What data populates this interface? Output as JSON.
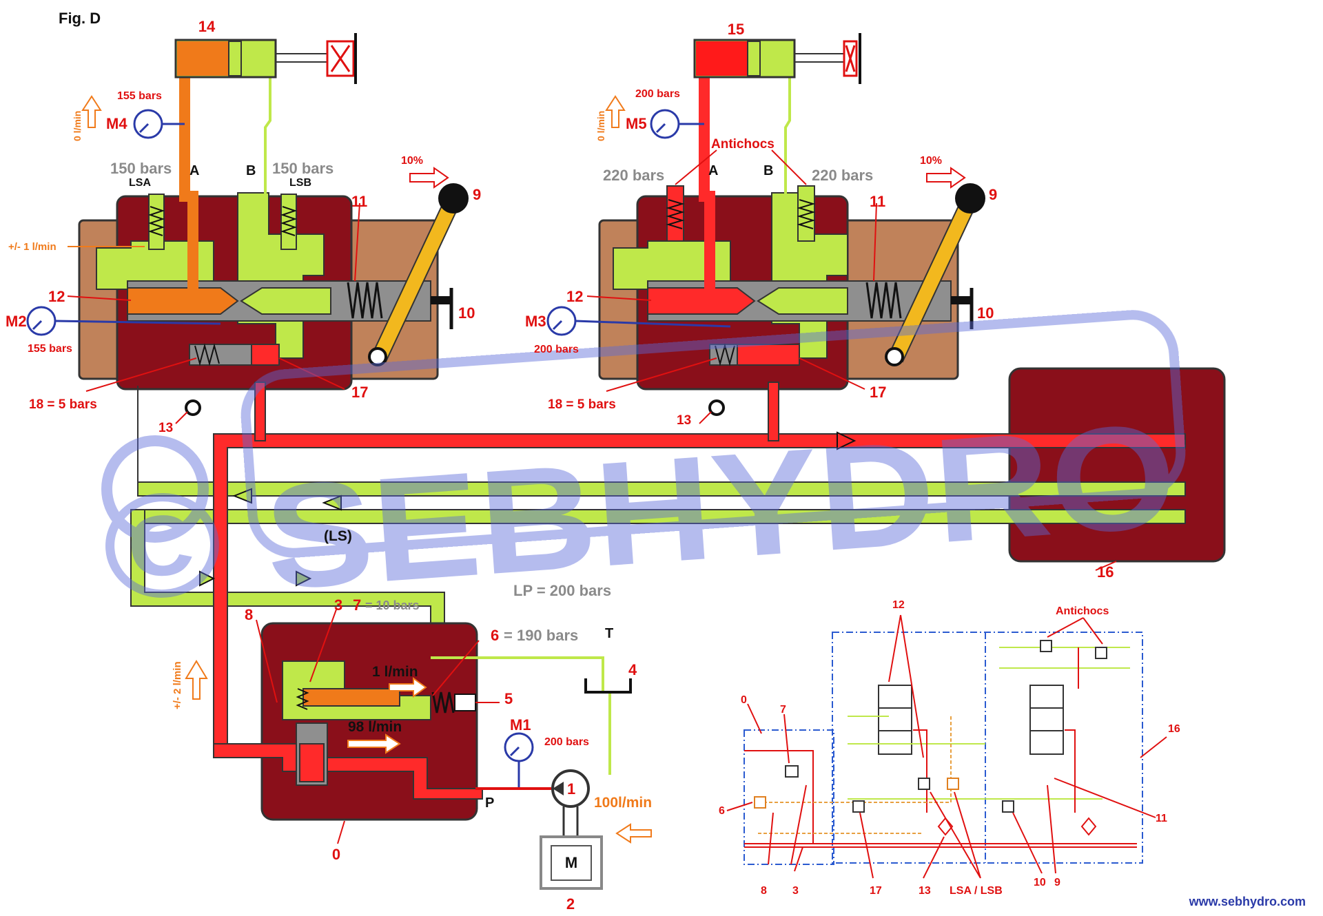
{
  "figure": {
    "title": "Fig. D",
    "website": "www.sebhydro.com",
    "watermark": "© SEBHYDRO"
  },
  "colors": {
    "pressure_high": "#ff2a2a",
    "pressure_mid": "#f07a1a",
    "tank_return": "#bfe84a",
    "body": "#8a0f1a",
    "body_light": "#c0825a",
    "spool": "#8f8f8f",
    "lever": "#f2b81e",
    "gauge": "#2a3aa8",
    "watermark": "#5a6ad8"
  },
  "section_left": {
    "cylinder_label": "14",
    "gauge_label": "M4",
    "gauge_pressure": "155 bars",
    "flow_up": "0 l/min",
    "port_a": "A",
    "port_b": "B",
    "relief_a": "150 bars",
    "relief_b": "150 bars",
    "lsa": "LSA",
    "lsb": "LSB",
    "leak_flow": "+/- 1 l/min",
    "spool_label": "12",
    "gauge2_label": "M2",
    "gauge2_pressure": "155 bars",
    "spring_label": "11",
    "lever_label": "9",
    "lever_stroke": "10%",
    "detent_label": "10",
    "compensator_label": "17",
    "compensator_spring": "18 = 5 bars",
    "shuttle_label": "13"
  },
  "section_right": {
    "cylinder_label": "15",
    "gauge_label": "M5",
    "gauge_pressure": "200 bars",
    "flow_up": "0 l/min",
    "antichocs": "Antichocs",
    "port_a": "A",
    "port_b": "B",
    "relief_a": "220 bars",
    "relief_b": "220 bars",
    "spool_label": "12",
    "gauge2_label": "M3",
    "gauge2_pressure": "200 bars",
    "spring_label": "11",
    "lever_label": "9",
    "lever_stroke": "10%",
    "detent_label": "10",
    "compensator_label": "17",
    "compensator_spring": "18 = 5 bars",
    "shuttle_label": "13"
  },
  "body_16": {
    "label": "16"
  },
  "supply": {
    "ls_label": "(LS)",
    "lp": "LP = 200 bars",
    "label_3": "3",
    "label_7": "7",
    "spring_7": "= 10 bars",
    "label_8": "8",
    "label_6": "6",
    "relief_6": "= 190 bars",
    "tank_t": "T",
    "label_4": "4",
    "label_5": "5",
    "pilot_flow": "1 l/min",
    "bypass_flow": "98 l/min",
    "leak_flow": "+/- 2 l/min",
    "gauge_m1": "M1",
    "m1_pressure": "200 bars",
    "port_p": "P",
    "pump_label": "1",
    "pump_flow": "100l/min",
    "motor_m": "M",
    "motor_label": "2",
    "block_label": "0"
  },
  "schematic": {
    "labels": [
      "0",
      "7",
      "6",
      "8",
      "3",
      "17",
      "13",
      "LSA / LSB",
      "12",
      "Antichocs",
      "16",
      "11",
      "10",
      "9"
    ]
  }
}
